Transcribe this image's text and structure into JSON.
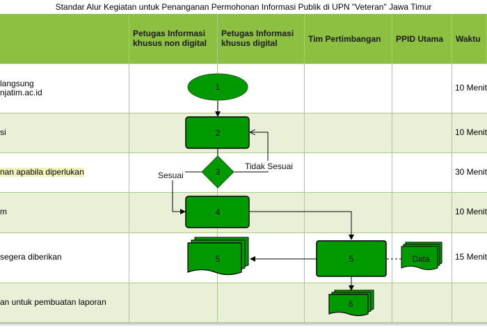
{
  "title": "Standar Alur Kegiatan untuk Penanganan Permohonan Informasi Publik di UPN \"Veteran\" Jawa Timur",
  "headers": [
    "",
    "Petugas Informasi khusus non digital",
    "Petugas Informasi khusus digital",
    "Tim Pertimbangan",
    "PPID Utama",
    "Waktu"
  ],
  "rows": [
    {
      "activity_line1": "langsung",
      "activity_line2": "njatim.ac.id",
      "time": "10 Menit"
    },
    {
      "activity_line1": "si",
      "activity_line2": "",
      "time": "10 Menit"
    },
    {
      "activity_line1": "nan apabila diperlukan",
      "activity_line2": "",
      "time": "30 Menit"
    },
    {
      "activity_line1": "m",
      "activity_line2": "",
      "time": "10 Menit"
    },
    {
      "activity_line1": "segera diberikan",
      "activity_line2": "",
      "time": "15 Menit"
    },
    {
      "activity_line1": "an untuk pembuatan laporan",
      "activity_line2": "",
      "time": ""
    }
  ],
  "nodes": {
    "n1": "1",
    "n2": "2",
    "n3": "3",
    "n4": "4",
    "n5a": "5",
    "n5b": "5",
    "n6": "6",
    "data": "Data"
  },
  "edge_labels": {
    "sesuai": "Sesuai",
    "tidak_sesuai": "Tidak Sesuai"
  },
  "colors": {
    "header": "#8dbf41",
    "row_alt": "#eaf0d8",
    "node_fill": "#009900",
    "grid": "#a9c98a"
  }
}
